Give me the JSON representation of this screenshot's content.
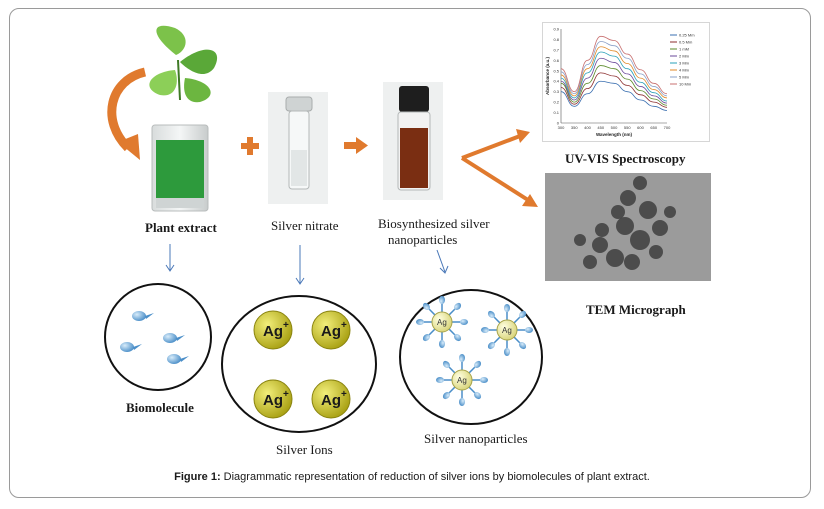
{
  "labels": {
    "plant_extract": "Plant extract",
    "silver_nitrate": "Silver nitrate",
    "biosynth_line1": "Biosynthesized silver",
    "biosynth_line2": "nanoparticles",
    "uvvis": "UV-VIS Spectroscopy",
    "tem": "TEM Micrograph",
    "biomolecule": "Biomolecule",
    "silver_ions": "Silver Ions",
    "silver_nanoparticles": "Silver nanoparticles"
  },
  "ion_symbol": "Ag",
  "ion_charge": "+",
  "nano_symbol": "Ag",
  "caption": {
    "prefix": "Figure 1:",
    "text": " Diagrammatic representation of reduction of silver ions by biomolecules of plant extract."
  },
  "colors": {
    "arrow": "#e07a2e",
    "plant_liquid": "#2d9a3c",
    "brown_liquid": "#7a2e12",
    "ion_ball": "#c9c21a",
    "biomolecule": "#6aa6d8",
    "thin_arrow": "#4a78b8"
  },
  "chart_data": {
    "type": "line",
    "title": "",
    "xlabel": "Wavelength (nm)",
    "ylabel": "Absorbance (a.u.)",
    "x": [
      300,
      350,
      400,
      450,
      500,
      550,
      600,
      650,
      700
    ],
    "xlim": [
      300,
      700
    ],
    "ylim": [
      0,
      0.9
    ],
    "yticks": [
      "0",
      "0.1",
      "0.2",
      "0.3",
      "0.4",
      "0.5",
      "0.6",
      "0.7",
      "0.8",
      "0.9"
    ],
    "series": [
      {
        "name": "0.25 Mm",
        "color": "#3a6fb0",
        "values": [
          0.3,
          0.16,
          0.28,
          0.4,
          0.38,
          0.3,
          0.22,
          0.16,
          0.12
        ]
      },
      {
        "name": "0.5 Mm",
        "color": "#8b2e2e",
        "values": [
          0.34,
          0.18,
          0.33,
          0.48,
          0.45,
          0.36,
          0.27,
          0.2,
          0.15
        ]
      },
      {
        "name": "1 mM",
        "color": "#5a8a2a",
        "values": [
          0.38,
          0.2,
          0.38,
          0.55,
          0.52,
          0.42,
          0.31,
          0.23,
          0.17
        ]
      },
      {
        "name": "2 Mm",
        "color": "#6a4a9a",
        "values": [
          0.4,
          0.22,
          0.43,
          0.62,
          0.58,
          0.47,
          0.35,
          0.26,
          0.19
        ]
      },
      {
        "name": "3 Mm",
        "color": "#2aa0b8",
        "values": [
          0.43,
          0.24,
          0.48,
          0.68,
          0.64,
          0.52,
          0.39,
          0.29,
          0.21
        ]
      },
      {
        "name": "4 Mm",
        "color": "#e08a2a",
        "values": [
          0.46,
          0.26,
          0.52,
          0.73,
          0.69,
          0.57,
          0.43,
          0.32,
          0.24
        ]
      },
      {
        "name": "5 Mm",
        "color": "#8aa0c8",
        "values": [
          0.49,
          0.28,
          0.56,
          0.78,
          0.74,
          0.62,
          0.47,
          0.35,
          0.26
        ]
      },
      {
        "name": "10 Mm",
        "color": "#c87070",
        "values": [
          0.52,
          0.3,
          0.6,
          0.83,
          0.79,
          0.66,
          0.51,
          0.38,
          0.28
        ]
      }
    ],
    "grid": false,
    "legend": "right"
  }
}
